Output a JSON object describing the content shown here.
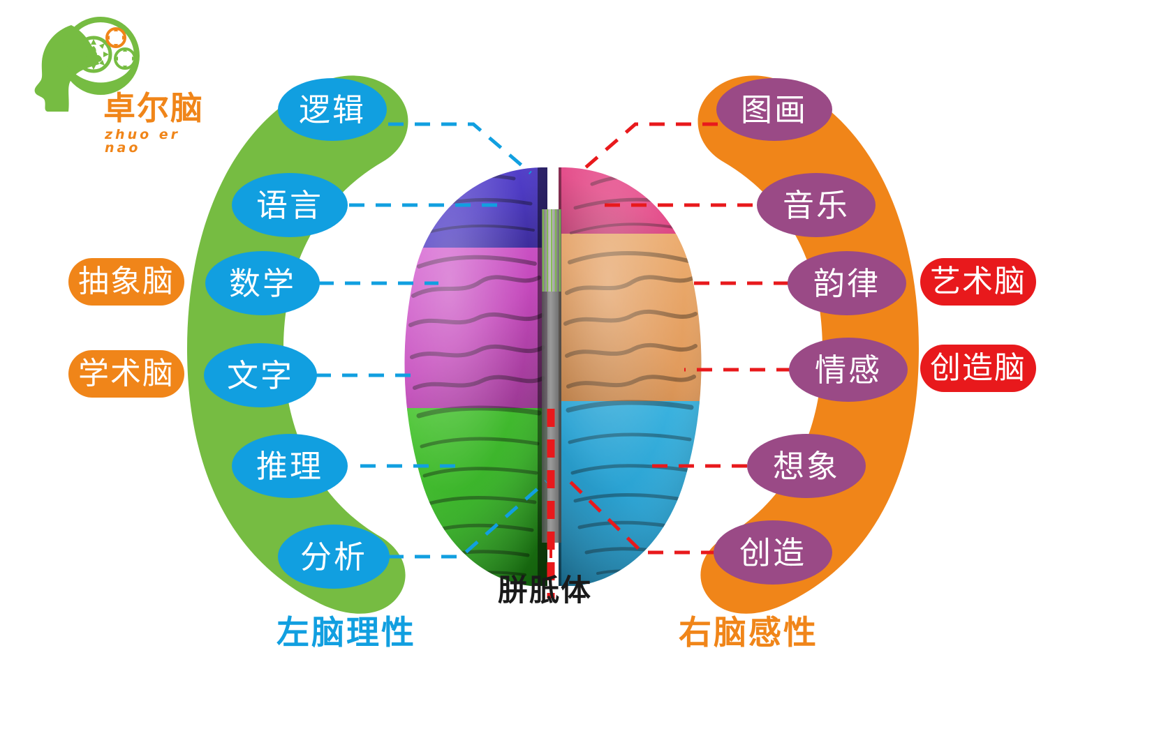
{
  "logo": {
    "name_cn": "卓尔脑",
    "name_pinyin": "zhuo er nao",
    "icon": "head-with-gears-icon",
    "head_color": "#76bc42",
    "gear_colors": [
      "#76bc42",
      "#f08519"
    ],
    "text_color": "#f08519"
  },
  "left_hemisphere": {
    "caption": "左脑理性",
    "caption_color": "#119fe0",
    "band_color": "#76bc42",
    "node_color": "#119fe0",
    "connector_color": "#119fe0",
    "nodes": [
      {
        "label": "逻辑"
      },
      {
        "label": "语言"
      },
      {
        "label": "数学"
      },
      {
        "label": "文字"
      },
      {
        "label": "推理"
      },
      {
        "label": "分析"
      }
    ],
    "categories": [
      {
        "label": "抽象脑",
        "color": "#f08519"
      },
      {
        "label": "学术脑",
        "color": "#f08519"
      }
    ]
  },
  "right_hemisphere": {
    "caption": "右脑感性",
    "caption_color": "#f08519",
    "band_color": "#f08519",
    "node_color": "#9a4a86",
    "connector_color": "#e8191c",
    "nodes": [
      {
        "label": "图画"
      },
      {
        "label": "音乐"
      },
      {
        "label": "韵律"
      },
      {
        "label": "情感"
      },
      {
        "label": "想象"
      },
      {
        "label": "创造"
      }
    ],
    "categories": [
      {
        "label": "艺术脑",
        "color": "#e8191c"
      },
      {
        "label": "创造脑",
        "color": "#e8191c"
      }
    ]
  },
  "center": {
    "corpus_callosum_label": "胼胝体",
    "divider_color": "#e8191c",
    "brain_image": "brain-top-view-illustration",
    "left_lobe_colors": [
      "#4b35c8",
      "#c13fb8",
      "#2fae1e"
    ],
    "right_lobe_colors": [
      "#e0387c",
      "#e09654",
      "#1f9ed1"
    ]
  }
}
